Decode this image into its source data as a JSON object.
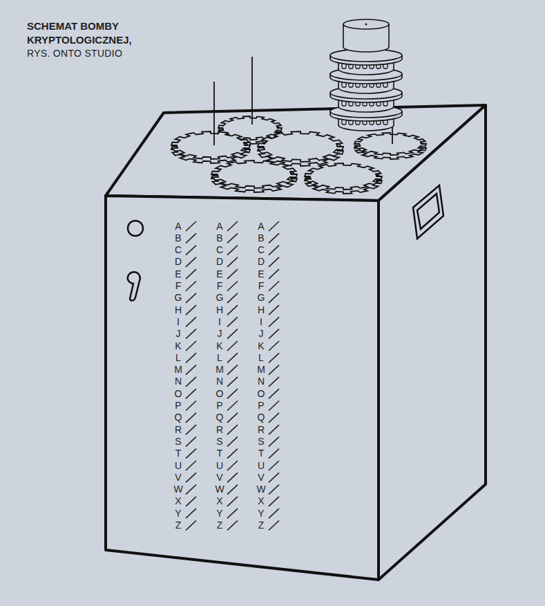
{
  "diagram": {
    "title": "SCHEMAT BOMBY KRYPTOLOGICZNEJ,",
    "caption": "RYS. ONTO STUDIO",
    "labels": [
      "A",
      "B",
      "C",
      "D",
      "E",
      "F",
      "G",
      "H",
      "I",
      "J",
      "K",
      "L",
      "M",
      "N",
      "O",
      "P",
      "Q",
      "R",
      "S",
      "T",
      "U",
      "V",
      "W",
      "X",
      "Y",
      "Z",
      "A",
      "B",
      "C",
      "D",
      "E",
      "F",
      "G",
      "H",
      "I",
      "J",
      "K",
      "L",
      "M",
      "N",
      "O",
      "P",
      "Q",
      "R",
      "S",
      "T",
      "U",
      "V",
      "W",
      "X",
      "Y",
      "Z",
      "A",
      "B",
      "C",
      "D",
      "E",
      "F",
      "G",
      "H",
      "I",
      "J",
      "K",
      "L",
      "M",
      "N",
      "O",
      "P",
      "Q",
      "R",
      "S",
      "T",
      "U",
      "V",
      "W",
      "X",
      "Y",
      "Z"
    ]
  }
}
